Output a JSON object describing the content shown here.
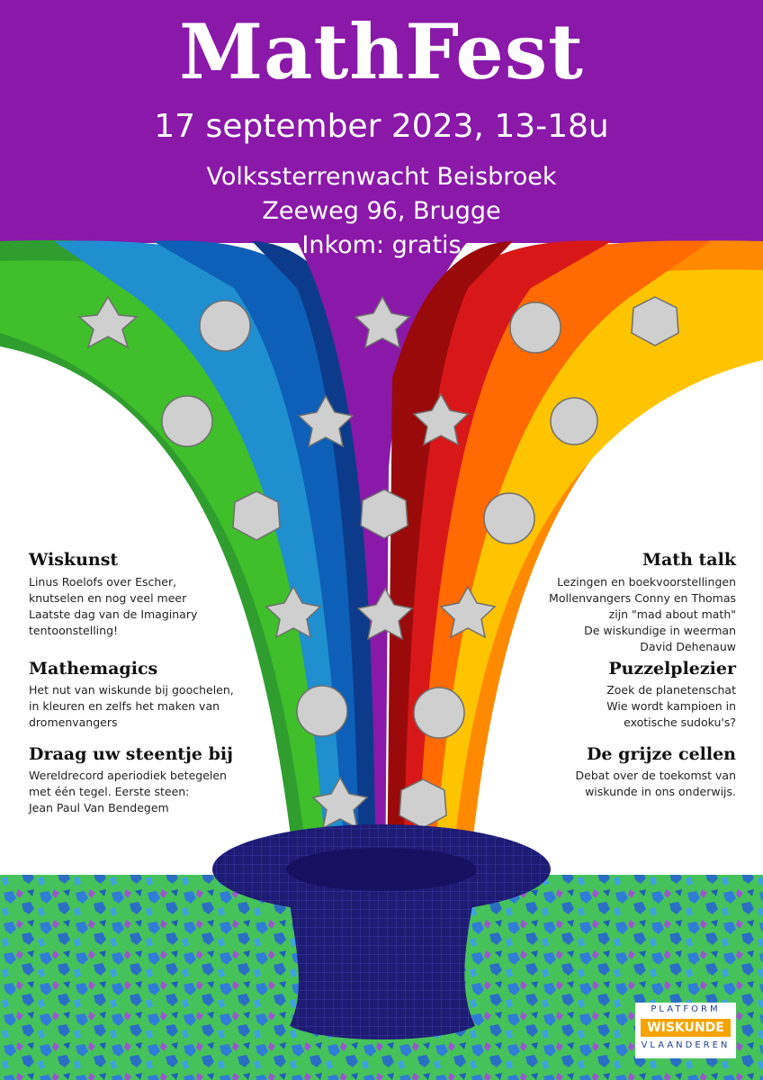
{
  "header": {
    "title": "MathFest",
    "date_time": "17 september 2023, 13-18u",
    "venue_lines": [
      "Volkssterrenwacht Beisbroek",
      "Zeeweg 96, Brugge",
      "Inkom: gratis"
    ]
  },
  "colors": {
    "purple": "#8a18a8",
    "hat": "#1e1b73",
    "floor_blue": "#2f7dd6",
    "floor_green": "#46c25a",
    "rainbow_left": [
      "#2f9e2f",
      "#3fbf2a",
      "#1f8fd0",
      "#0d5fb8",
      "#0b3b8a"
    ],
    "rainbow_right": [
      "#ff8a00",
      "#ffc400",
      "#ff6b00",
      "#d81818",
      "#9a0a0a"
    ]
  },
  "sections": {
    "left": [
      {
        "title": "Wiskunst",
        "lines": [
          "Linus Roelofs over Escher,",
          "knutselen en nog veel meer",
          "Laatste dag van de Imaginary",
          "tentoonstelling!"
        ]
      },
      {
        "title": "Mathemagics",
        "lines": [
          "Het nut van wiskunde bij goochelen,",
          "in kleuren en zelfs het maken van",
          "dromenvangers"
        ]
      },
      {
        "title": "Draag uw steentje bij",
        "lines": [
          "Wereldrecord aperiodiek betegelen",
          "met één tegel. Eerste steen:",
          "Jean Paul Van Bendegem"
        ]
      }
    ],
    "right": [
      {
        "title": "Math talk",
        "lines": [
          "Lezingen en boekvoorstellingen",
          "Mollenvangers Conny en Thomas",
          "zijn \"mad about math\"",
          "De wiskundige in weerman",
          "David Dehenauw"
        ]
      },
      {
        "title": "Puzzelplezier",
        "lines": [
          "Zoek de planetenschat",
          "Wie wordt kampioen in",
          "exotische sudoku's?"
        ]
      },
      {
        "title": "De grijze cellen",
        "lines": [
          "Debat over de toekomst van",
          "wiskunde in ons onderwijs."
        ]
      }
    ]
  },
  "logo": {
    "line1": "PLATFORM",
    "line2": "WISKUNDE",
    "line3": "VLAANDEREN"
  }
}
